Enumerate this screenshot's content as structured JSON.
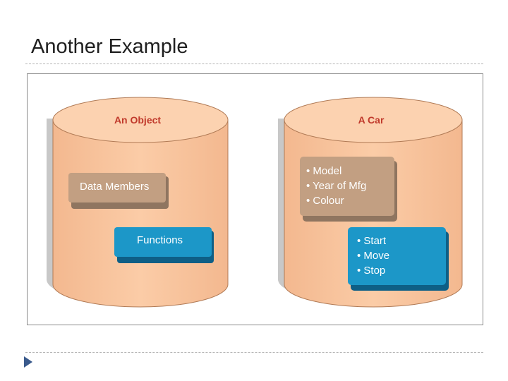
{
  "slide": {
    "title": "Another Example"
  },
  "diagram": {
    "left_cylinder": {
      "title": "An Object",
      "data_box_label": "Data Members",
      "func_box_label": "Functions"
    },
    "right_cylinder": {
      "title": "A Car",
      "data_items": [
        "• Model",
        "• Year of Mfg",
        "• Colour"
      ],
      "func_items": [
        "• Start",
        "• Move",
        "• Stop"
      ]
    }
  },
  "colors": {
    "cylinder_body": "#f9c59f",
    "cylinder_title": "#c0392b",
    "data_box": "#c29f82",
    "func_box": "#1c97c8",
    "box_text": "#ffffff",
    "nav_arrow": "#3a5a8c"
  },
  "icons": {
    "nav": "triangle-right-icon"
  }
}
